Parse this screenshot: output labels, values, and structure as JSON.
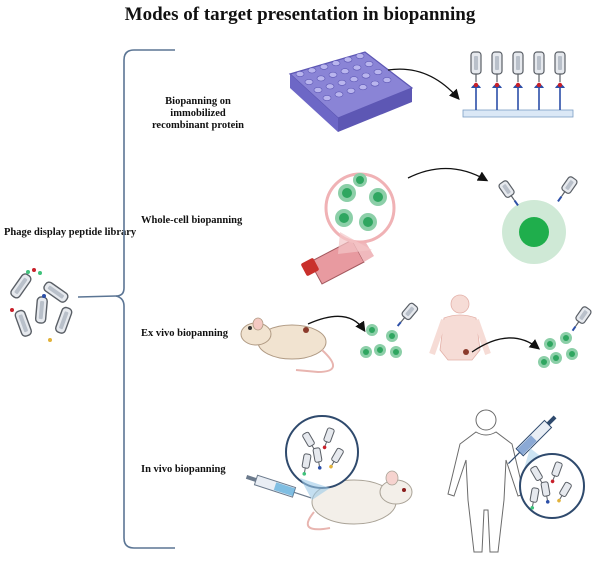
{
  "title": "Modes of target presentation in biopanning",
  "library_label": "Phage display peptide library",
  "modes": [
    {
      "label_line1": "Biopanning on immobilized",
      "label_line2": "recombinant protein"
    },
    {
      "label_line1": "Whole-cell biopanning"
    },
    {
      "label_line1": "Ex vivo biopanning"
    },
    {
      "label_line1": "In vivo biopanning"
    }
  ],
  "colors": {
    "bracket": "#5b7594",
    "plate": "#8a84d6",
    "plate_dark": "#5d57b4",
    "cell_green": "#3fc27b",
    "cell_light": "#cfe9d6",
    "phage_body": "#e6e9ee",
    "phage_outline": "#5a5f66",
    "receptor_blue": "#2c4fa8",
    "receptor_red": "#c8202a",
    "skin": "#f6dcd6",
    "rat": "#f1e3d0",
    "arrow": "#111111"
  },
  "icons": [
    "well-plate-icon",
    "phage-icon",
    "cell-culture-flask-icon",
    "magnifier-icon",
    "target-cell-icon",
    "rat-icon",
    "human-body-icon",
    "syringe-icon",
    "mouse-icon"
  ]
}
